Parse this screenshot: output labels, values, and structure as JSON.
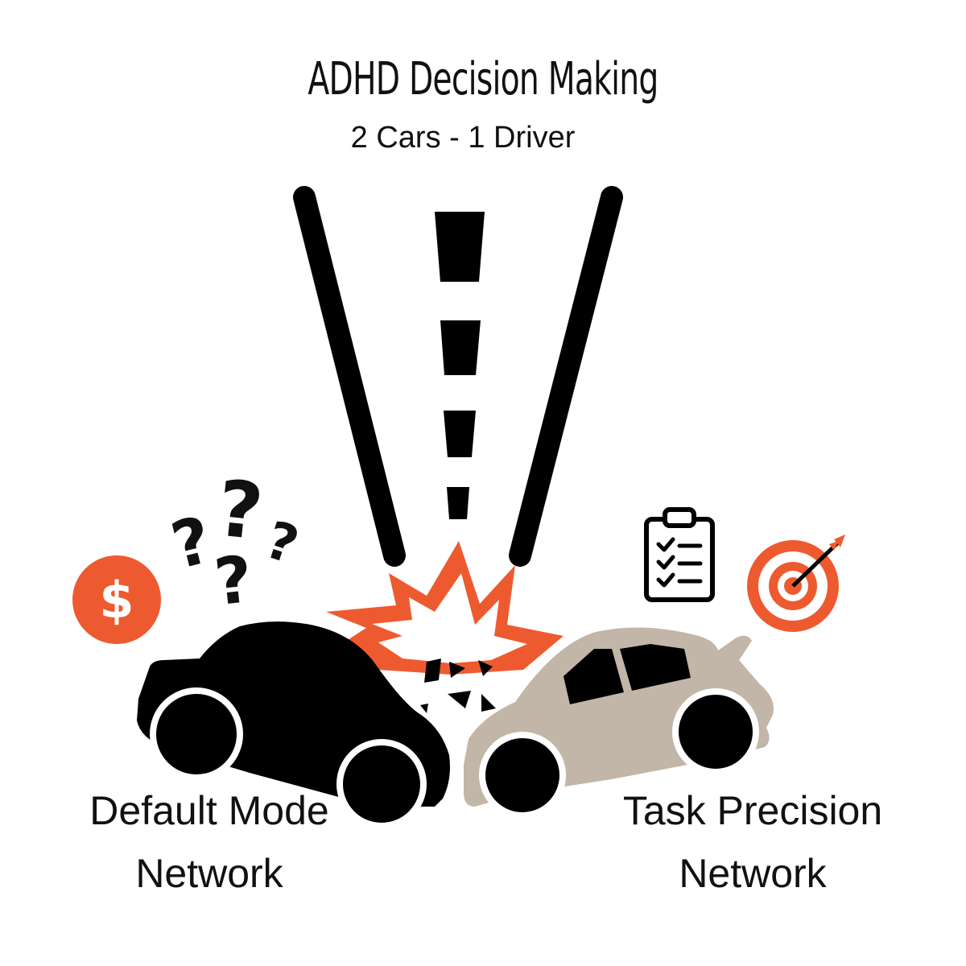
{
  "title": "ADHD Decision Making",
  "subtitle": "2 Cars - 1 Driver",
  "left_label": {
    "line1": "Default Mode",
    "line2": "Network"
  },
  "right_label": {
    "line1": "Task Precision",
    "line2": "Network"
  },
  "dollar_symbol": "$",
  "question_mark": "?",
  "icons": [
    "dollar-coin-icon",
    "question-marks-icon",
    "clipboard-checklist-icon",
    "target-arrow-icon",
    "collision-burst-icon",
    "black-car-icon",
    "beige-car-icon",
    "road-icon"
  ],
  "colors": {
    "accent": "#ee5a2f",
    "black_car": "#000000",
    "beige_car": "#c2b6a8",
    "text": "#111111"
  }
}
